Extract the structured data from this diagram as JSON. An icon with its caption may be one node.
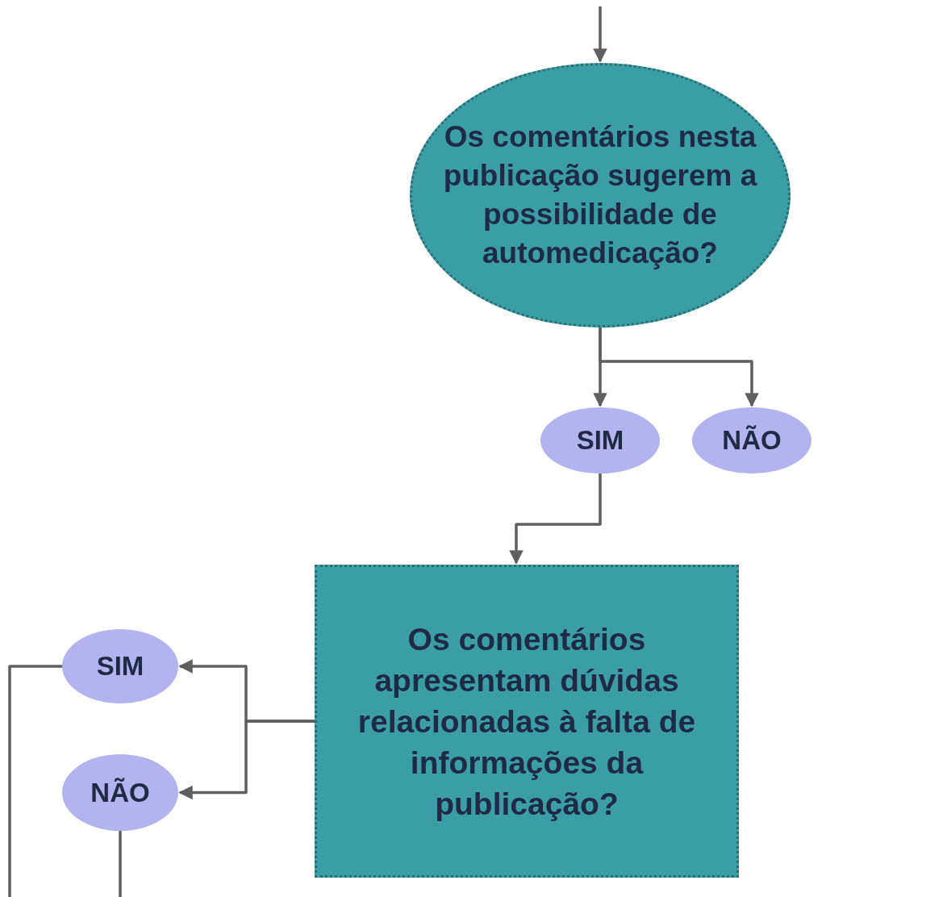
{
  "diagram": {
    "nodes": [
      {
        "text": [
          "Os comentários nesta publicação sugerem a possibilidade de automedicação?"
        ]
      },
      {
        "text": [
          "SIM"
        ]
      },
      {
        "text": [
          "NÃO"
        ]
      },
      {
        "text": [
          "Os comentários apresentam dúvidas relacionadas à falta de informações da publicação?"
        ]
      },
      {
        "text": [
          "SIM"
        ]
      },
      {
        "text": [
          "NÃO"
        ]
      }
    ],
    "edges": [
      {
        "from": null,
        "to": 0,
        "arrow": "to"
      },
      {
        "from": 0,
        "to": 1,
        "arrow": "to"
      },
      {
        "from": 0,
        "to": 2,
        "arrow": "to"
      },
      {
        "from": 1,
        "to": 3,
        "arrow": "to"
      },
      {
        "from": 3,
        "to": 4,
        "arrow": "to"
      },
      {
        "from": 3,
        "to": 5,
        "arrow": "to"
      },
      {
        "from": 4,
        "to": null,
        "arrow": "none"
      },
      {
        "from": 5,
        "to": null,
        "arrow": "none"
      }
    ]
  }
}
